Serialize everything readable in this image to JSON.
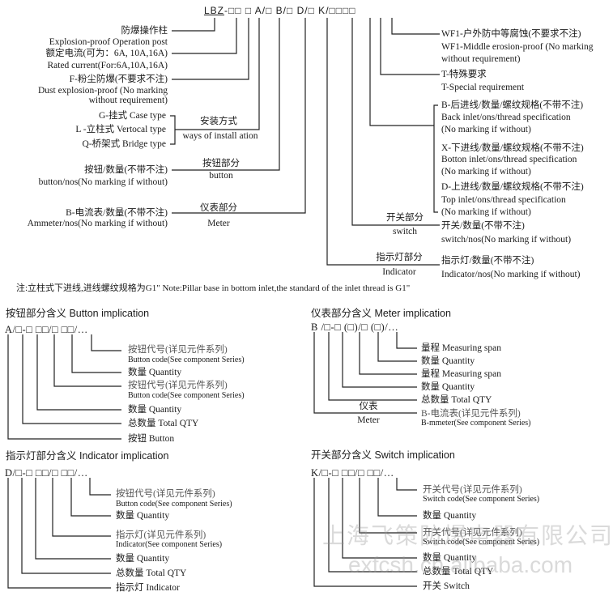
{
  "top_code": {
    "prefix": "LBZ",
    "rest": "-□□ □ A/□ B/□ D/□ K/□□□□"
  },
  "left": {
    "post_cn": "防爆操作柱",
    "post_en": "Explosion-proof Operation  post",
    "current_cn": "额定电流(可为：6A, 10A,16A)",
    "current_en": "Rated current(For:6A,10A,16A)",
    "dust_cn": "F-粉尘防爆(不要求不注)",
    "dust_en1": "Dust explosion-proof (No marking",
    "dust_en2": "without requirement)",
    "g": "G-挂式 Case type",
    "l": "L -立柱式 Vertocal type",
    "q": "Q-桥架式 Bridge type",
    "install_cn": "安装方式",
    "install_en": "ways of install ation",
    "button_cn": "按钮/数量(不带不注)",
    "button_en": "button/nos(No marking if without)",
    "button_part_cn": "按钮部分",
    "button_part_en": "button",
    "meter_cn": "B-电流表/数量(不带不注)",
    "meter_en": "Ammeter/nos(No marking if without)",
    "meter_part_cn": "仪表部分",
    "meter_part_en": "Meter"
  },
  "right": {
    "wf1_cn": "WF1-户外防中等腐蚀(不要求不注)",
    "wf1_en1": "WF1-Middle erosion-proof (No marking",
    "wf1_en2": "without requirement)",
    "t_cn": "T-特殊要求",
    "t_en": "T-Special requirement",
    "b_cn": "B-后进线/数量/螺纹规格(不带不注)",
    "b_en1": "Back inlet/ons/thread specification",
    "b_en2": "(No marking if without)",
    "x_cn": "X-下进线/数量/螺纹规格(不带不注)",
    "x_en1": "Botton inlet/ons/thread specification",
    "x_en2": "(No marking if without)",
    "d_cn": "D-上进线/数量/螺纹规格(不带不注)",
    "d_en1": "Top inlet/ons/thread specification",
    "d_en2": "(No marking if without)",
    "switch_part_cn": "开关部分",
    "switch_part_en": "switch",
    "switch_cn": "开关/数量(不带不注)",
    "switch_en": "switch/nos(No marking if without)",
    "ind_part_cn": "指示灯部分",
    "ind_part_en": "Indicator",
    "ind_cn": "指示灯/数量(不带不注)",
    "ind_en": "Indicator/nos(No marking if without)"
  },
  "note": "注:立柱式下进线,进线螺纹规格为G1\" Note:Pillar base in bottom inlet,the standard of the inlet thread is G1\"",
  "button_impl": {
    "title": "按钮部分含义 Button implication",
    "code": "A/□-□ □□/□ □□/…",
    "items": [
      {
        "cn": "按钮代号(详见元件系列)",
        "en": "Button code(See component Series)"
      },
      {
        "cn": "数量 Quantity"
      },
      {
        "cn": "按钮代号(详见元件系列)",
        "en": "Button code(See component Series)"
      },
      {
        "cn": "数量 Quantity"
      },
      {
        "cn": "总数量 Total QTY"
      },
      {
        "cn": "按钮 Button"
      }
    ]
  },
  "indicator_impl": {
    "title": "指示灯部分含义 Indicator implication",
    "code": "D/□-□ □□/□ □□/…",
    "items": [
      {
        "cn": "按钮代号(详见元件系列)",
        "en": "Button code(See  component Series)"
      },
      {
        "cn": "数量 Quantity"
      },
      {
        "cn": "指示灯(详见元件系列)",
        "en": "Indicator(See  component Series)"
      },
      {
        "cn": "数量 Quantity"
      },
      {
        "cn": "总数量 Total QTY"
      },
      {
        "cn": "指示灯 Indicator"
      }
    ]
  },
  "meter_impl": {
    "title": "仪表部分含义 Meter implication",
    "code": "B /□-□ (□)/□ (□)/…",
    "items": [
      {
        "cn": "量程 Measuring span"
      },
      {
        "cn": "数量 Quantity"
      },
      {
        "cn": "量程 Measuring span"
      },
      {
        "cn": "数量 Quantity"
      },
      {
        "cn": "总数量 Total QTY"
      },
      {
        "cn": "B-电流表(详见元件系列)",
        "en": "B-mmeter(See  component Series)"
      }
    ],
    "label_cn": "仪表",
    "label_en": "Meter"
  },
  "switch_impl": {
    "title": "开关部分含义 Switch implication",
    "code": "K/□-□ □□/□ □□/…",
    "items": [
      {
        "cn": "开关代号(详见元件系列)",
        "en": "Switch code(See  component Series)"
      },
      {
        "cn": "数量 Quantity"
      },
      {
        "cn": "开关代号(详见元件系列)",
        "en": "Switch code(See component Series)"
      },
      {
        "cn": "数量 Quantity"
      },
      {
        "cn": "总数量 Total QTY"
      },
      {
        "cn": "开关 Switch"
      }
    ]
  },
  "watermark": {
    "company": "上海飞策防爆电器有限公司",
    "site": "exfcsh.cn.alibaba.com"
  }
}
